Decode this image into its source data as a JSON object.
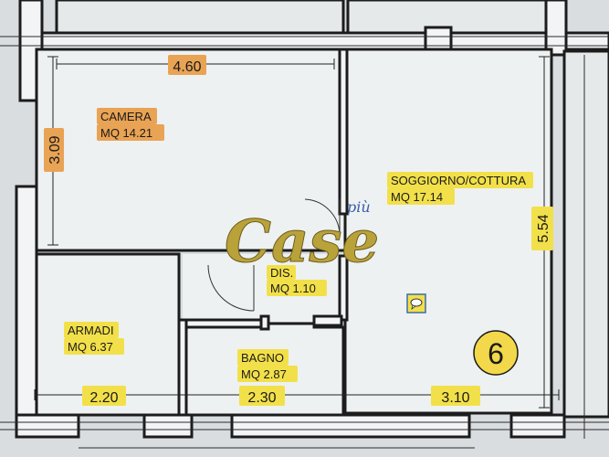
{
  "rooms": {
    "camera": {
      "name": "CAMERA",
      "area": "MQ 14.21"
    },
    "soggiorno": {
      "name": "SOGGIORNO/COTTURA",
      "area": "MQ 17.14"
    },
    "dis": {
      "name": "DIS.",
      "area": "MQ 1.10"
    },
    "armadi": {
      "name": "ARMADI",
      "area": "MQ 6.37"
    },
    "bagno": {
      "name": "BAGNO",
      "area": "MQ 2.87"
    }
  },
  "dimensions": {
    "top_width": "4.60",
    "left_height": "3.09",
    "right_height": "5.54",
    "bottom_1": "2.20",
    "bottom_2": "2.30",
    "bottom_3": "3.10"
  },
  "unit_number": "6",
  "logo": {
    "main": "Case",
    "accent": "più"
  },
  "colors": {
    "label_orange": "#e9a354",
    "label_yellow": "#f2e04a",
    "wall": "#1c1c1c",
    "logo_gold": "#b9a23a"
  },
  "icons": {
    "note": "speech-bubble-icon"
  }
}
